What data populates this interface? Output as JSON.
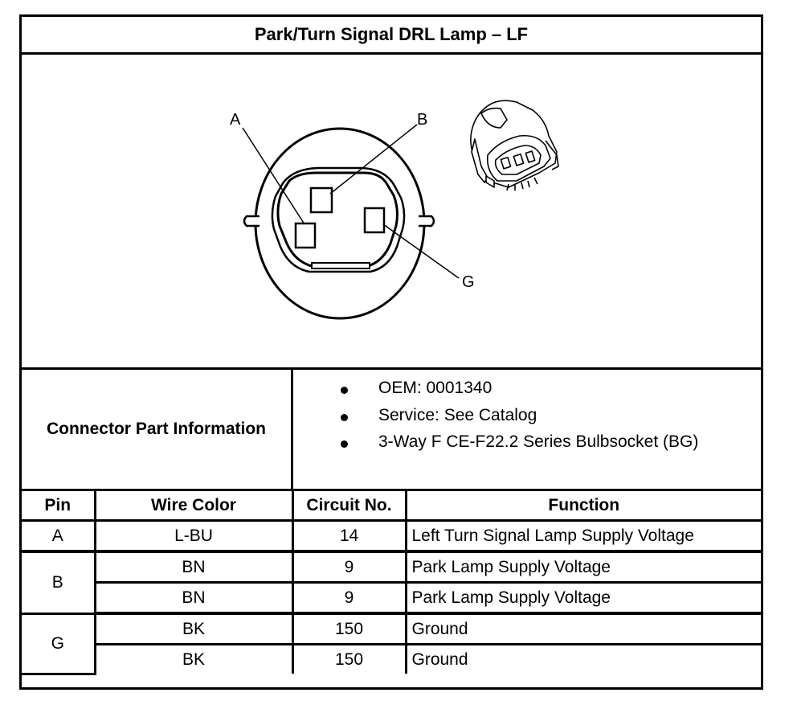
{
  "title": "Park/Turn Signal DRL Lamp – LF",
  "diagram": {
    "pin_labels": [
      "A",
      "B",
      "G"
    ]
  },
  "connector_info": {
    "label": "Connector Part Information",
    "items": [
      "OEM: 0001340",
      "Service: See Catalog",
      "3-Way F CE-F22.2 Series Bulbsocket (BG)"
    ]
  },
  "pin_table": {
    "headers": [
      "Pin",
      "Wire Color",
      "Circuit No.",
      "Function"
    ],
    "rows": [
      {
        "pin": "A",
        "wire_color": "L-BU",
        "circuit": "14",
        "function": "Left Turn Signal Lamp Supply Voltage"
      },
      {
        "pin": "B",
        "wire_color": "BN",
        "circuit": "9",
        "function": "Park Lamp Supply Voltage"
      },
      {
        "pin": "",
        "wire_color": "BN",
        "circuit": "9",
        "function": "Park Lamp Supply Voltage"
      },
      {
        "pin": "G",
        "wire_color": "BK",
        "circuit": "150",
        "function": "Ground"
      },
      {
        "pin": "",
        "wire_color": "BK",
        "circuit": "150",
        "function": "Ground"
      }
    ]
  }
}
